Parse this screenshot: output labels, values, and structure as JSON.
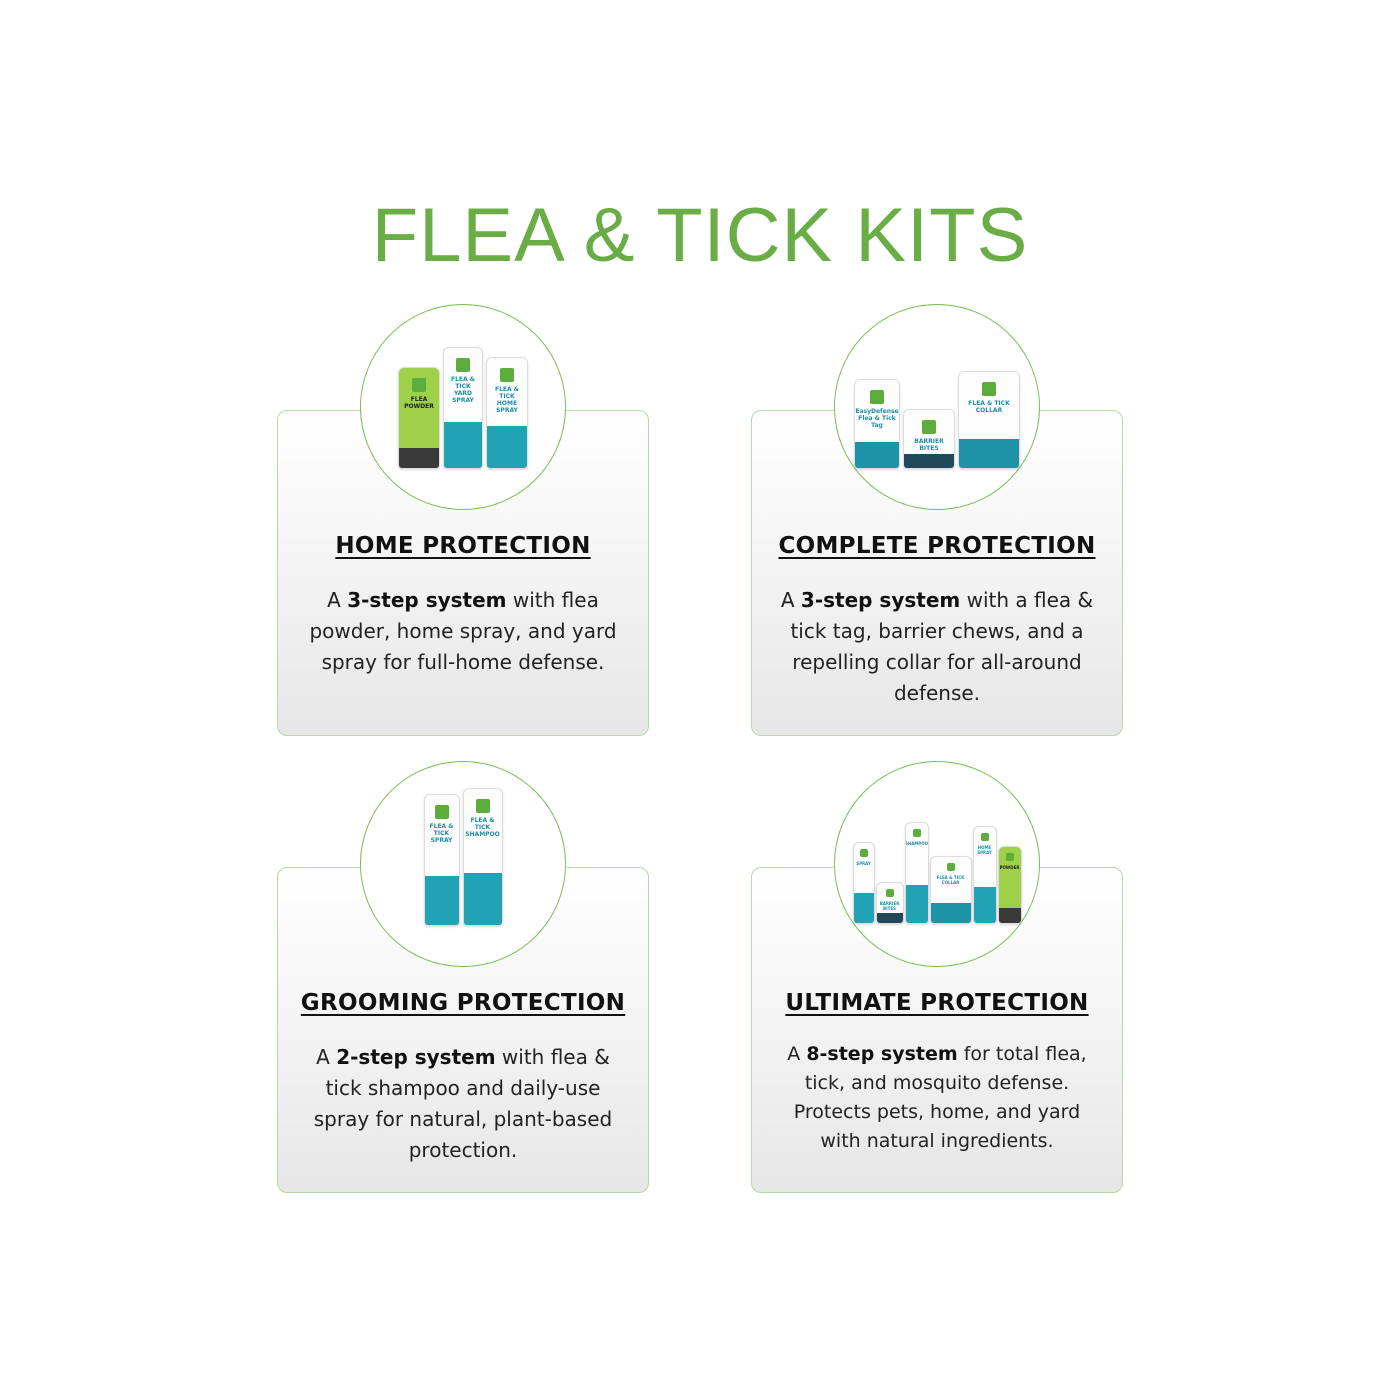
{
  "title": "FLEA & TICK KITS",
  "colors": {
    "title": "#6aac46",
    "border": "#b7d9a2",
    "circle": "#7cbf55",
    "teal": "#21a2b5"
  },
  "kits": [
    {
      "heading": "HOME PROTECTION",
      "desc_prefix": "A ",
      "desc_bold": "3-step system",
      "desc_rest": " with flea powder, home spray, and yard spray for full-home defense.",
      "products": [
        {
          "type": "powder",
          "label": "FLEA POWDER",
          "w": 40,
          "h": 100
        },
        {
          "type": "bottle",
          "label": "FLEA & TICK YARD SPRAY",
          "w": 38,
          "h": 120
        },
        {
          "type": "bottle",
          "label": "FLEA & TICK HOME SPRAY",
          "w": 40,
          "h": 110
        }
      ]
    },
    {
      "heading": "COMPLETE PROTECTION",
      "desc_prefix": "A ",
      "desc_bold": "3-step system",
      "desc_rest": " with a flea & tick tag, barrier chews, and a repelling collar for all-around defense.",
      "products": [
        {
          "type": "box",
          "label": "EasyDefense Flea & Tick Tag",
          "w": 44,
          "h": 88
        },
        {
          "type": "jar",
          "label": "BARRIER BITES",
          "w": 50,
          "h": 58
        },
        {
          "type": "box",
          "label": "FLEA & TICK COLLAR",
          "w": 60,
          "h": 96
        }
      ]
    },
    {
      "heading": "GROOMING PROTECTION",
      "desc_prefix": "A ",
      "desc_bold": "2-step system",
      "desc_rest": " with flea & tick shampoo and daily-use spray for natural, plant-based protection.",
      "products": [
        {
          "type": "bottle",
          "label": "FLEA & TICK SPRAY",
          "w": 34,
          "h": 130
        },
        {
          "type": "bottle",
          "label": "FLEA & TICK SHAMPOO",
          "w": 38,
          "h": 136
        }
      ]
    },
    {
      "heading": "ULTIMATE PROTECTION",
      "desc_prefix": "A ",
      "desc_bold": "8-step system",
      "desc_rest": " for total flea, tick, and mosquito defense. Protects pets, home, and yard with natural ingredients.",
      "products": [
        {
          "type": "bottle",
          "label": "SPRAY",
          "w": 20,
          "h": 80
        },
        {
          "type": "jar",
          "label": "BARRIER BITES",
          "w": 26,
          "h": 40
        },
        {
          "type": "bottle",
          "label": "SHAMPOO",
          "w": 22,
          "h": 100
        },
        {
          "type": "box",
          "label": "FLEA & TICK COLLAR",
          "w": 40,
          "h": 66
        },
        {
          "type": "bottle",
          "label": "HOME SPRAY",
          "w": 22,
          "h": 96
        },
        {
          "type": "powder",
          "label": "POWDER",
          "w": 22,
          "h": 76
        }
      ]
    }
  ]
}
